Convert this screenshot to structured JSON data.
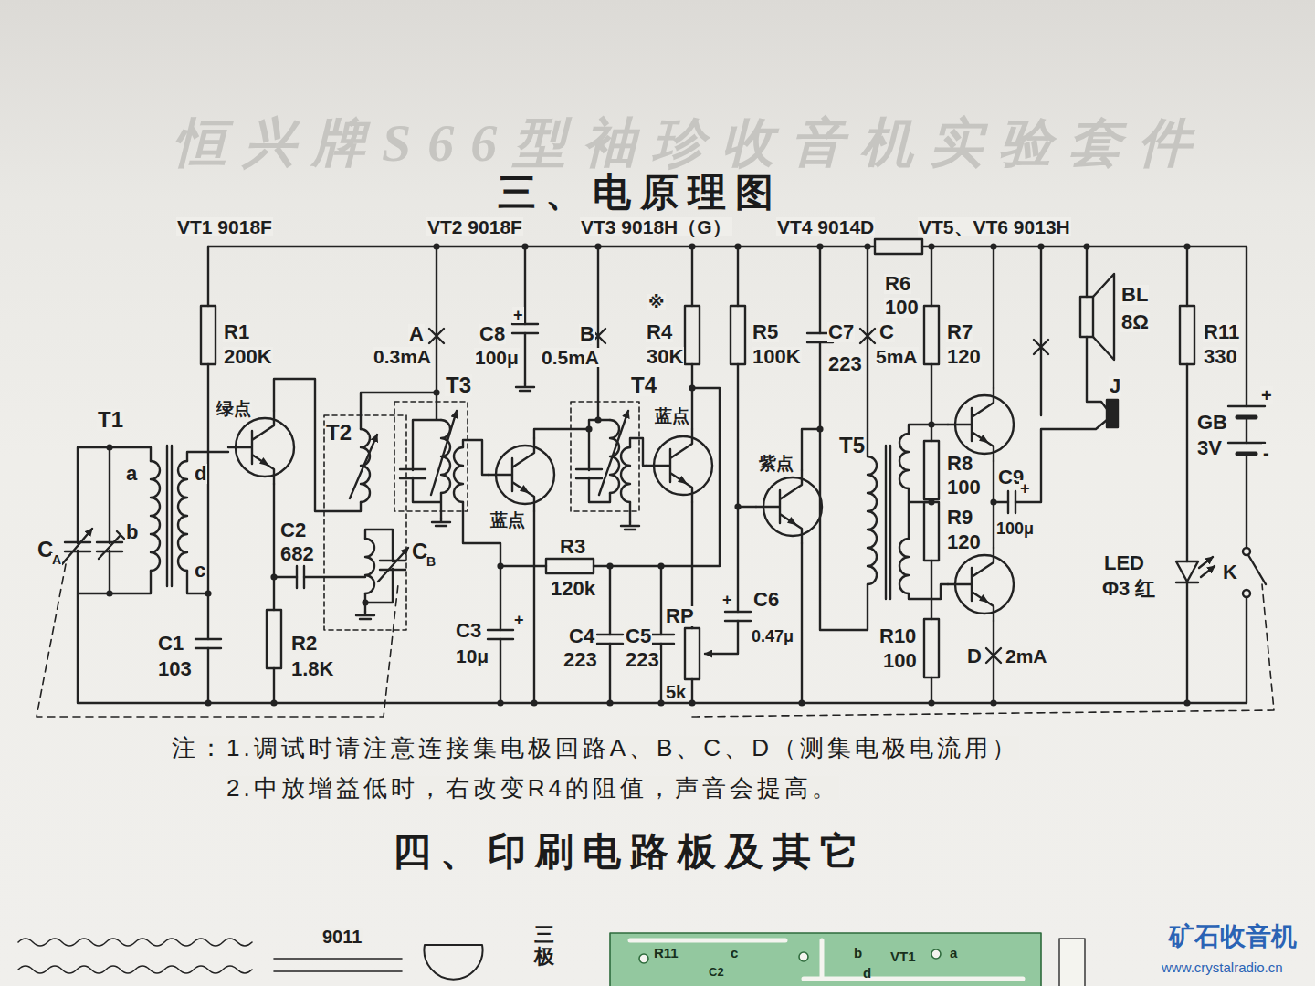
{
  "diagram": {
    "title": "三、电原理图",
    "labels": [
      "恒兴牌S66型袖珍收音机实验套件",
      "VT1 9018F",
      "VT2 9018F",
      "VT3 9018H（G）",
      "VT4 9014D",
      "VT5、VT6 9013H",
      "R1",
      "200K",
      "绿点",
      "T1",
      "a",
      "b",
      "d",
      "c",
      "C",
      "A",
      "C1",
      "103",
      "C2",
      "682",
      "R2",
      "1.8K",
      "T2",
      "C",
      "B",
      "A",
      "0.3mA",
      "C8",
      "100μ",
      "0.5mA",
      "B",
      "T3",
      "T4",
      "蓝点",
      "蓝点",
      "※",
      "R4",
      "30K",
      "R5",
      "100K",
      "C7",
      "223",
      "C",
      "5mA",
      "R6",
      "100",
      "R7",
      "120",
      "T5",
      "紫点",
      "R3",
      "120k",
      "C3",
      "10μ",
      "C4",
      "223",
      "C5",
      "223",
      "RP",
      "5k",
      "C6",
      "0.47μ",
      "R8",
      "100",
      "C9",
      "100μ",
      "R9",
      "120",
      "R10",
      "100",
      "D",
      "2mA",
      "BL",
      "8Ω",
      "J",
      "R11",
      "330",
      "GB",
      "3V",
      "+",
      "+",
      "+",
      "+",
      "+",
      "-",
      "LED",
      "Φ3 红",
      "K",
      "注：1.调试时请注意连接集电极回路A、B、C、D（测集电极电流用）",
      "2.中放增益低时，右改变R4的阻值，声音会提高。",
      "四、印刷电路板及其它",
      "9011",
      "三极",
      "R11",
      "c",
      "C2",
      "b",
      "d",
      "VT1",
      "a",
      "矿石收音机",
      "www.crystalradio.cn"
    ]
  }
}
